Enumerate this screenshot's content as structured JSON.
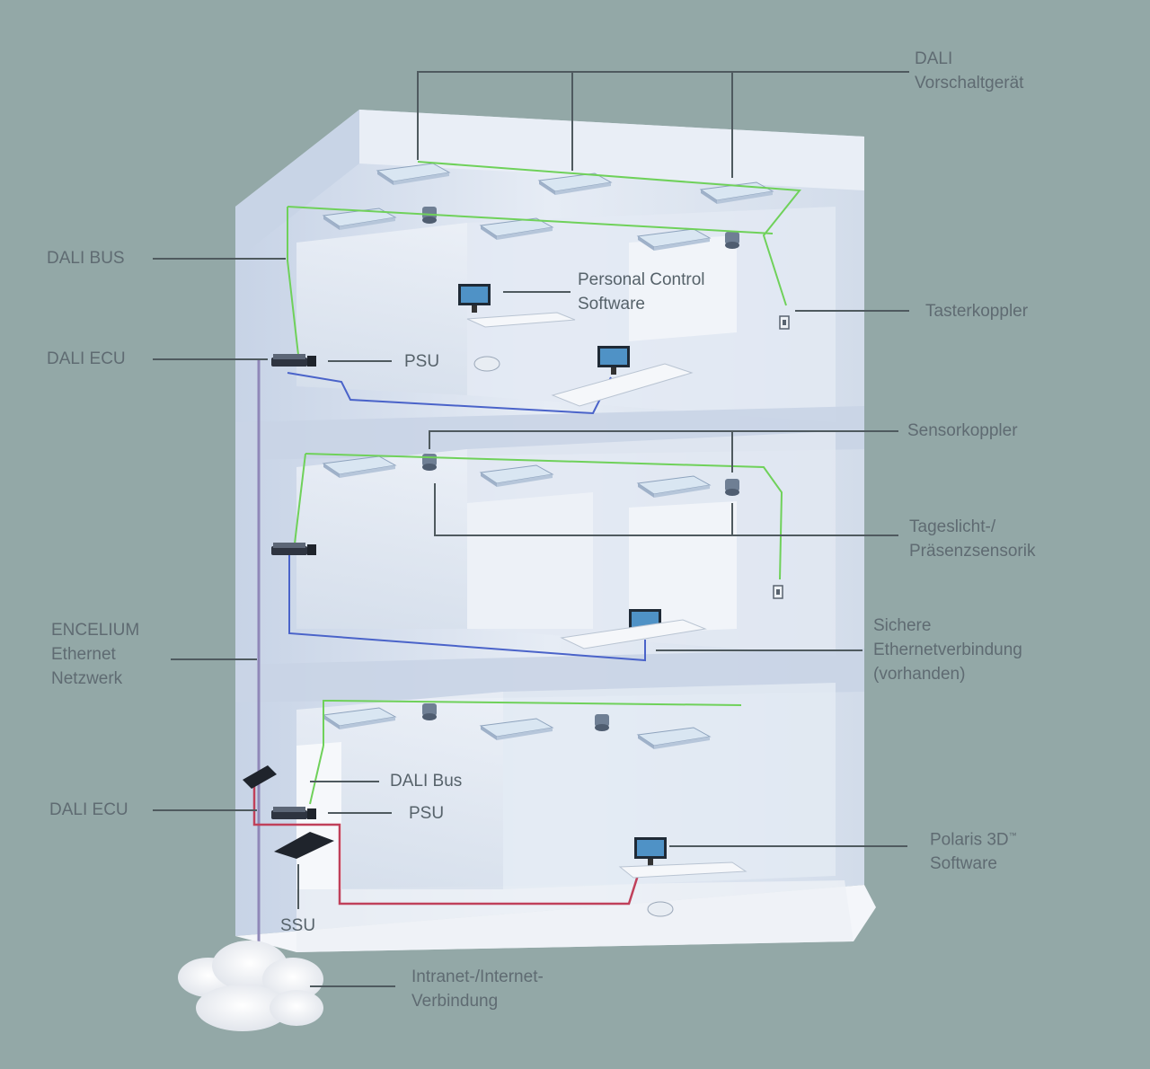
{
  "labels": {
    "dali_vorschaltgeraet": [
      "DALI",
      "Vorschaltgerät"
    ],
    "dali_bus_top": "DALI BUS",
    "tasterkoppler": "Tasterkoppler",
    "personal_control_software": [
      "Personal Control",
      "Software"
    ],
    "dali_ecu_top": "DALI ECU",
    "psu_top": "PSU",
    "sensorkoppler": "Sensorkoppler",
    "tageslicht_praesenzsensorik": [
      "Tageslicht-/",
      "Präsenzsensorik"
    ],
    "encelium_ethernet_netzwerk": [
      "ENCELIUM",
      "Ethernet",
      "Netzwerk"
    ],
    "sichere_ethernetverbindung": [
      "Sichere",
      "Ethernetverbindung",
      "(vorhanden)"
    ],
    "dali_bus_bottom": "DALI Bus",
    "dali_ecu_bottom": "DALI ECU",
    "psu_bottom": "PSU",
    "polaris_3d_software": [
      "Polaris 3D",
      "Software"
    ],
    "polaris_tm": "™",
    "ssu": "SSU",
    "intranet_internet_verbindung": [
      "Intranet-/Internet-",
      "Verbindung"
    ]
  },
  "colors": {
    "background": "#93a8a7",
    "building": "#d9e3ef",
    "dali_bus_line": "#6fd15a",
    "ethernet_line": "#4a63c9",
    "network_line": "#8f87b8",
    "red_link": "#c0405a",
    "leader_line": "#4f5a5f",
    "label_text": "#5f6b72"
  }
}
